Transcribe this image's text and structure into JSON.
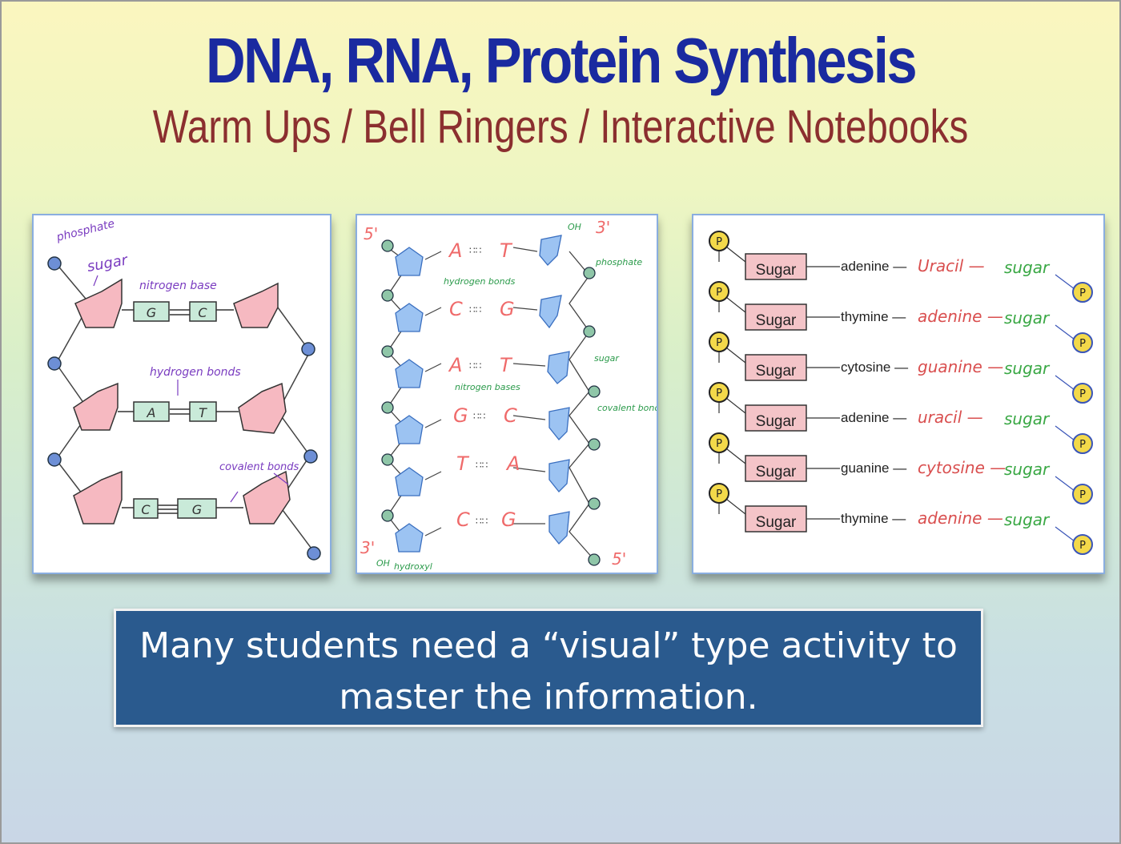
{
  "title": "DNA, RNA, Protein Synthesis",
  "subtitle": "Warm Ups / Bell Ringers / Interactive Notebooks",
  "caption": "Many students need a “visual” type activity to master the information.",
  "panel1": {
    "labels": {
      "phosphate": "phosphate",
      "sugar": "sugar",
      "nitrogen_base": "nitrogen base",
      "hydrogen_bonds": "hydrogen bonds",
      "covalent_bonds": "covalent bonds"
    },
    "pairs": [
      [
        "G",
        "C"
      ],
      [
        "A",
        "T"
      ],
      [
        "C",
        "G"
      ]
    ]
  },
  "panel2": {
    "five_prime_top": "5'",
    "three_prime_top": "3'",
    "three_prime_bottom": "3'",
    "five_prime_bottom": "5'",
    "oh_top": "OH",
    "oh_bottom": "OH",
    "hydroxyl": "hydroxyl",
    "labels": {
      "phosphate": "phosphate",
      "hydrogen_bonds": "hydrogen bonds",
      "sugar": "sugar",
      "nitrogen_bases": "nitrogen bases",
      "covalent_bond": "covalent bond"
    },
    "pairs": [
      [
        "A",
        "T"
      ],
      [
        "C",
        "G"
      ],
      [
        "A",
        "T"
      ],
      [
        "G",
        "C"
      ],
      [
        "T",
        "A"
      ],
      [
        "C",
        "G"
      ]
    ]
  },
  "panel3": {
    "rows": [
      {
        "sugar": "Sugar",
        "base": "adenine",
        "pair": "Uracil",
        "end": "sugar"
      },
      {
        "sugar": "Sugar",
        "base": "thymine",
        "pair": "adenine",
        "end": "sugar"
      },
      {
        "sugar": "Sugar",
        "base": "cytosine",
        "pair": "guanine",
        "end": "sugar"
      },
      {
        "sugar": "Sugar",
        "base": "adenine",
        "pair": "uracil",
        "end": "sugar"
      },
      {
        "sugar": "Sugar",
        "base": "guanine",
        "pair": "cytosine",
        "end": "sugar"
      },
      {
        "sugar": "Sugar",
        "base": "thymine",
        "pair": "adenine",
        "end": "sugar"
      }
    ],
    "phosphate_label": "P"
  }
}
